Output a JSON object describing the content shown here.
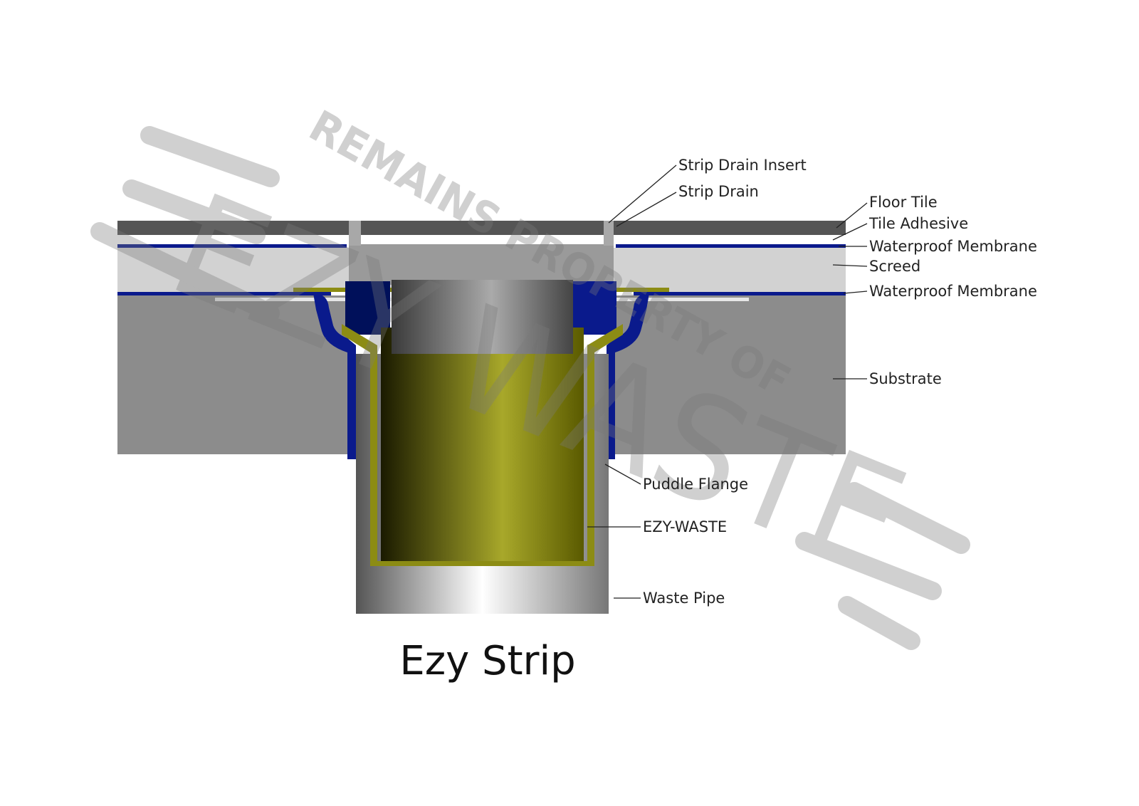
{
  "title": "Ezy Strip",
  "labels": {
    "strip_drain_insert": "Strip Drain Insert",
    "strip_drain": "Strip Drain",
    "floor_tile": "Floor Tile",
    "tile_adhesive": "Tile Adhesive",
    "waterproof_membrane_top": "Waterproof Membrane",
    "screed": "Screed",
    "waterproof_membrane_bottom": "Waterproof Membrane",
    "substrate": "Substrate",
    "puddle_flange": "Puddle Flange",
    "ezy_waste": "EZY-WASTE",
    "waste_pipe": "Waste Pipe"
  },
  "watermark": {
    "brand": "EZY WASTE",
    "notice": "REMAINS PROPERTY OF"
  },
  "colors": {
    "tile": "#555555",
    "membrane": "#0a1a8c",
    "screed": "#d2d2d2",
    "substrate": "#8c8c8c",
    "ezy_waste": "#8c8c14"
  }
}
